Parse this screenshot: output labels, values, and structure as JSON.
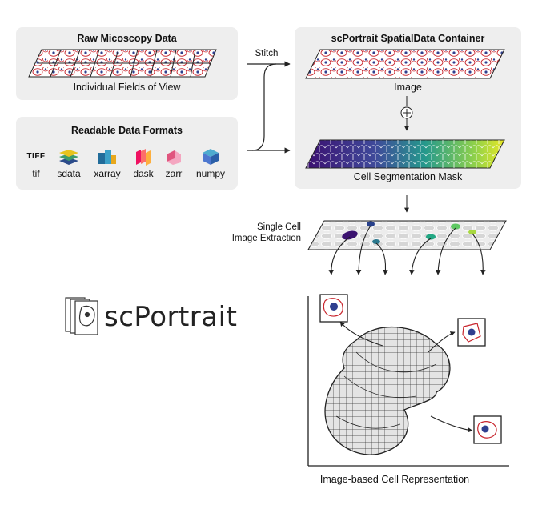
{
  "panels": {
    "raw": {
      "title": "Raw Micoscopy Data",
      "caption": "Individual Fields of View"
    },
    "formats": {
      "title": "Readable Data Formats",
      "items": [
        {
          "label": "tif",
          "icon": "tiff-icon",
          "icon_text": "TIFF"
        },
        {
          "label": "sdata",
          "icon": "sdata-layers-icon"
        },
        {
          "label": "xarray",
          "icon": "xarray-cubes-icon"
        },
        {
          "label": "dask",
          "icon": "dask-icon"
        },
        {
          "label": "zarr",
          "icon": "zarr-icon"
        },
        {
          "label": "numpy",
          "icon": "numpy-cube-icon"
        }
      ]
    },
    "container": {
      "title": "scPortrait SpatialData Container",
      "image_label": "Image",
      "mask_label": "Cell Segmentation Mask",
      "plus": "+"
    }
  },
  "flow": {
    "stitch_label": "Stitch",
    "extraction_label_line1": "Single Cell",
    "extraction_label_line2": "Image Extraction",
    "representation_label": "Image-based Cell Representation"
  },
  "logo": {
    "text": "scPortrait"
  },
  "colors": {
    "panel_bg": "#eeeeee",
    "cell_outline": "#c8242c",
    "nucleus": "#2f3f8f",
    "mask_start": "#3b0f70",
    "mask_end": "#e8e825"
  }
}
